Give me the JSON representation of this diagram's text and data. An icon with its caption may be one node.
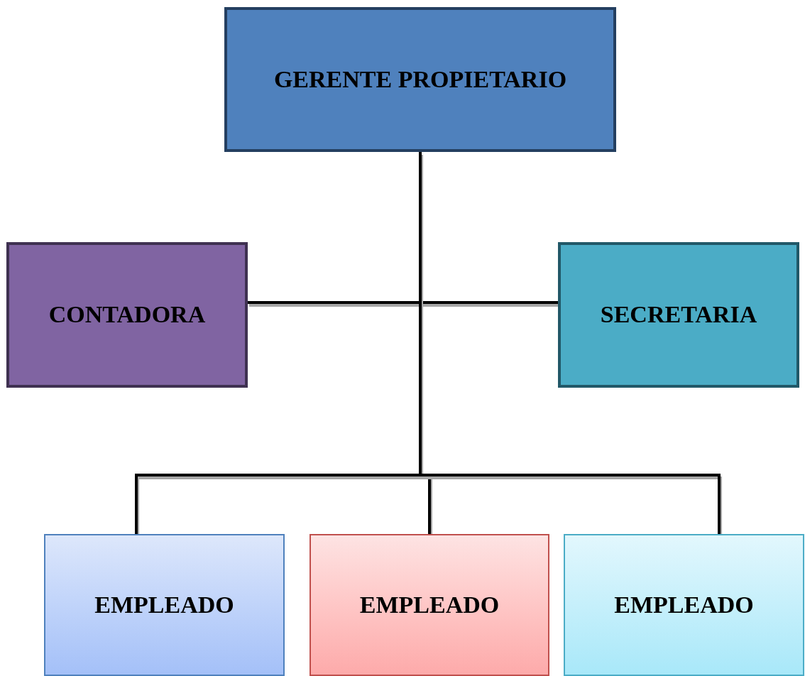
{
  "diagram": {
    "nodes": [
      {
        "text": [
          "GERENTE PROPIETARIO"
        ]
      },
      {
        "text": [
          "CONTADORA"
        ]
      },
      {
        "text": [
          "SECRETARIA"
        ]
      },
      {
        "text": [
          "EMPLEADO"
        ]
      },
      {
        "text": [
          "EMPLEADO"
        ]
      },
      {
        "text": [
          "EMPLEADO"
        ]
      }
    ],
    "edges": [
      {
        "from": 0,
        "to": 1,
        "arrow": "none"
      },
      {
        "from": 0,
        "to": 2,
        "arrow": "none"
      },
      {
        "from": 0,
        "to": 3,
        "arrow": "none"
      },
      {
        "from": 0,
        "to": 4,
        "arrow": "none"
      },
      {
        "from": 0,
        "to": 5,
        "arrow": "none"
      }
    ]
  }
}
